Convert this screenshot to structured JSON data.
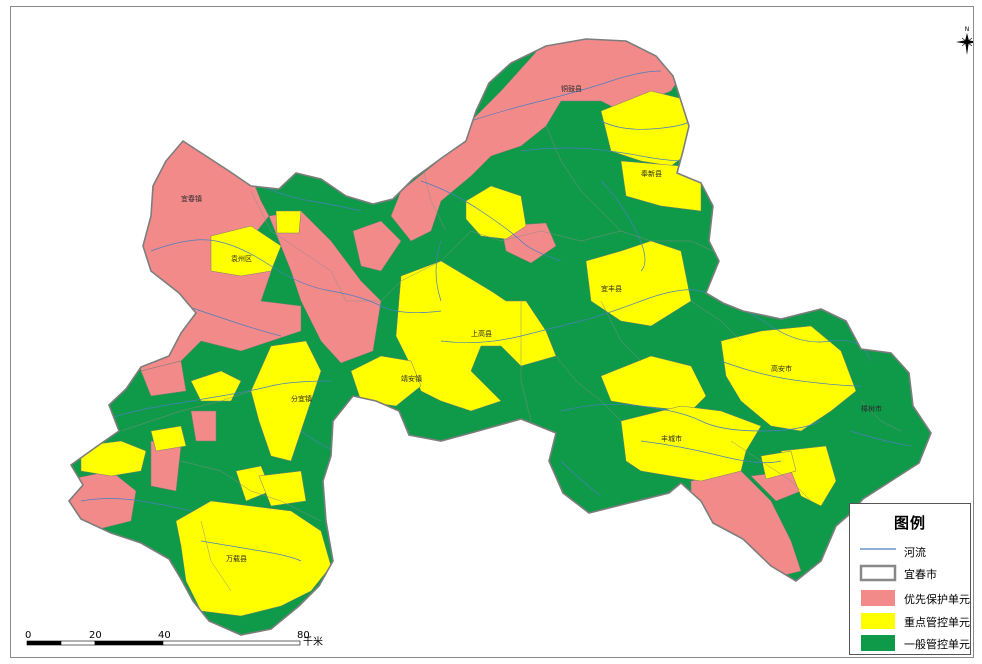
{
  "legend": {
    "title": "图例",
    "items": [
      {
        "key": "river",
        "label": "河流",
        "color": "#4a7fc0"
      },
      {
        "key": "city",
        "label": "宜春市",
        "color": "#888888"
      },
      {
        "key": "priority",
        "label": "优先保护单元",
        "color": "#f28a8a"
      },
      {
        "key": "key",
        "label": "重点管控单元",
        "color": "#ffff00"
      },
      {
        "key": "general",
        "label": "一般管控单元",
        "color": "#0e9a48"
      }
    ]
  },
  "scale": {
    "ticks": [
      "0",
      "20",
      "40",
      "80"
    ],
    "unit": "千米"
  },
  "north_arrow": {
    "label": "N",
    "icon": "north-arrow-icon"
  }
}
